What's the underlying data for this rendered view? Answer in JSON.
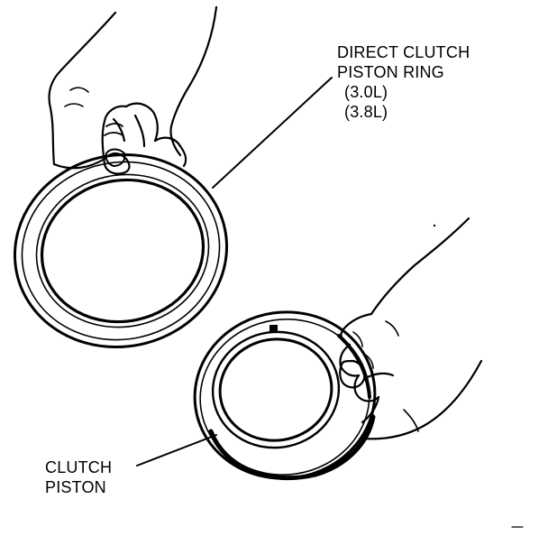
{
  "labels": {
    "ring": {
      "line1": "DIRECT CLUTCH",
      "line2": "PISTON RING",
      "variant1": "(3.0L)",
      "variant2": "(3.8L)"
    },
    "piston": {
      "line1": "CLUTCH",
      "line2": "PISTON"
    }
  },
  "colors": {
    "ink": "#000000",
    "paper": "#ffffff"
  }
}
